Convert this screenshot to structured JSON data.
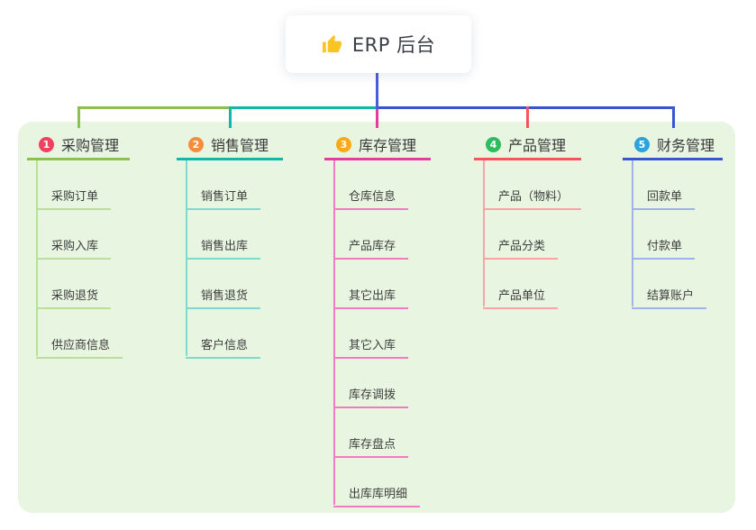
{
  "root": {
    "label": "ERP 后台",
    "icon": "thumbs-up",
    "line_color": "#4C5ED6"
  },
  "panel": {
    "background": "#E8F5E1"
  },
  "icon_colors": {
    "thumbs_up_yellow": "#F8C525"
  },
  "branches": [
    {
      "number": "1",
      "label": "采购管理",
      "badge_color": "#F0415E",
      "line_color": "#8CC152",
      "sub_line_color": "#BCDE9D",
      "items": [
        "采购订单",
        "采购入库",
        "采购退货",
        "供应商信息"
      ]
    },
    {
      "number": "2",
      "label": "销售管理",
      "badge_color": "#F78C3D",
      "line_color": "#12B7A8",
      "sub_line_color": "#7FD9CF",
      "items": [
        "销售订单",
        "销售出库",
        "销售退货",
        "客户信息"
      ]
    },
    {
      "number": "3",
      "label": "库存管理",
      "badge_color": "#FBA919",
      "line_color": "#E63C9E",
      "sub_line_color": "#F27BC3",
      "items": [
        "仓库信息",
        "产品库存",
        "其它出库",
        "其它入库",
        "库存调拨",
        "库存盘点",
        "出库库明细"
      ]
    },
    {
      "number": "4",
      "label": "产品管理",
      "badge_color": "#2DBD5E",
      "line_color": "#FA545A",
      "sub_line_color": "#FBA3A5",
      "items": [
        "产品（物料）",
        "产品分类",
        "产品单位"
      ]
    },
    {
      "number": "5",
      "label": "财务管理",
      "badge_color": "#2BA3DC",
      "line_color": "#3A55D2",
      "sub_line_color": "#9FB2E9",
      "items": [
        "回款单",
        "付款单",
        "结算账户"
      ]
    }
  ]
}
